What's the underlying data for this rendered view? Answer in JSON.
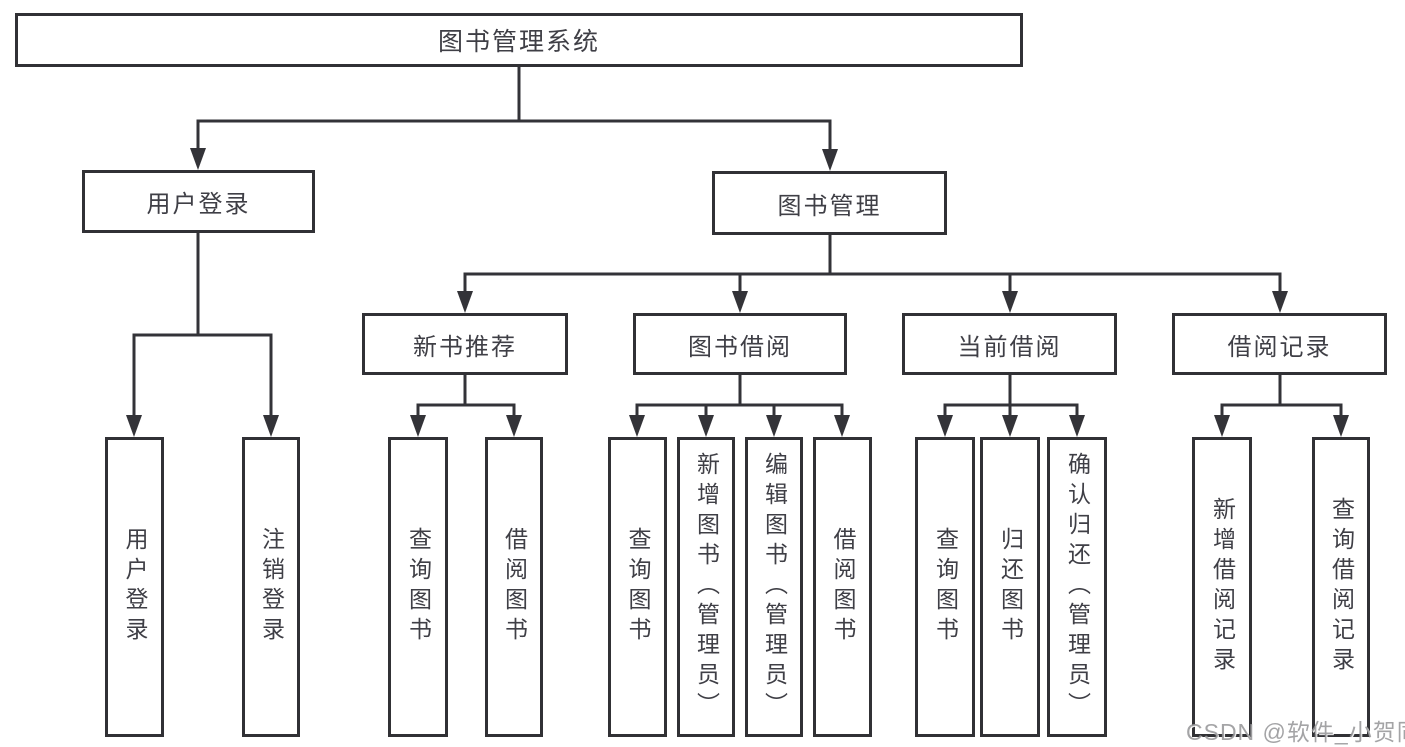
{
  "tree": {
    "label": "图书管理系统",
    "children": [
      {
        "label": "用户登录",
        "children": [
          {
            "label": "用户登录"
          },
          {
            "label": "注销登录"
          }
        ]
      },
      {
        "label": "图书管理",
        "children": [
          {
            "label": "新书推荐",
            "children": [
              {
                "label": "查询图书"
              },
              {
                "label": "借阅图书"
              }
            ]
          },
          {
            "label": "图书借阅",
            "children": [
              {
                "label": "查询图书"
              },
              {
                "label": "新增图书（管理员）"
              },
              {
                "label": "编辑图书（管理员）"
              },
              {
                "label": "借阅图书"
              }
            ]
          },
          {
            "label": "当前借阅",
            "children": [
              {
                "label": "查询图书"
              },
              {
                "label": "归还图书"
              },
              {
                "label": "确认归还（管理员）"
              }
            ]
          },
          {
            "label": "借阅记录",
            "children": [
              {
                "label": "新增借阅记录"
              },
              {
                "label": "查询借阅记录"
              }
            ]
          }
        ]
      }
    ]
  },
  "watermark": "CSDN @软件_小贺同学",
  "colors": {
    "line": "#333338",
    "text": "#3f3f46",
    "watermark": "#949496"
  }
}
